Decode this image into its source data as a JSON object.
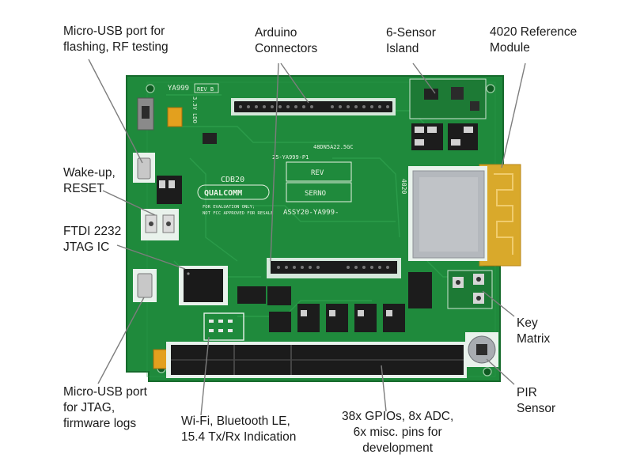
{
  "callouts": [
    {
      "id": "usb-flash",
      "lines": [
        "Micro-USB port for",
        "flashing, RF testing"
      ]
    },
    {
      "id": "arduino",
      "lines": [
        "Arduino",
        "Connectors"
      ]
    },
    {
      "id": "sensor-island",
      "lines": [
        "6-Sensor",
        "Island"
      ]
    },
    {
      "id": "ref-module",
      "lines": [
        "4020 Reference",
        "Module"
      ]
    },
    {
      "id": "wakeup-reset",
      "lines": [
        "Wake-up,",
        "RESET"
      ]
    },
    {
      "id": "ftdi",
      "lines": [
        "FTDI 2232",
        "JTAG IC"
      ]
    },
    {
      "id": "key-matrix",
      "lines": [
        "Key",
        "Matrix"
      ]
    },
    {
      "id": "pir",
      "lines": [
        "PIR",
        "Sensor"
      ]
    },
    {
      "id": "usb-jtag",
      "lines": [
        "Micro-USB port",
        "for JTAG,",
        "firmware logs"
      ]
    },
    {
      "id": "wifi-bt",
      "lines": [
        "Wi-Fi, Bluetooth LE,",
        "15.4 Tx/Rx Indication"
      ]
    },
    {
      "id": "gpios",
      "lines": [
        "38x GPIOs, 8x ADC,",
        "6x misc. pins for",
        "development"
      ]
    }
  ],
  "board": {
    "model": "YA999",
    "rev_tag": "REV B",
    "cdb": "CDB20",
    "brand": "QUALCOMM",
    "eval_note_1": "FOR EVALUATION ONLY;",
    "eval_note_2": "NOT FCC APPROVED FOR RESALE",
    "rev_box": "REV",
    "serno_box": "SERNO",
    "assy": "ASSY20-YA999-",
    "pcb_code": "25-YA999-P1",
    "batch": "48DN5A22.5GC",
    "module_label": "4020",
    "ldo": "3.3V LDO"
  },
  "colors": {
    "board": "#1f8a3c",
    "board_dark": "#176d2e",
    "highlight": "#e9f2ec",
    "leader": "#7d7d7d",
    "antenna": "#d9a92b"
  }
}
